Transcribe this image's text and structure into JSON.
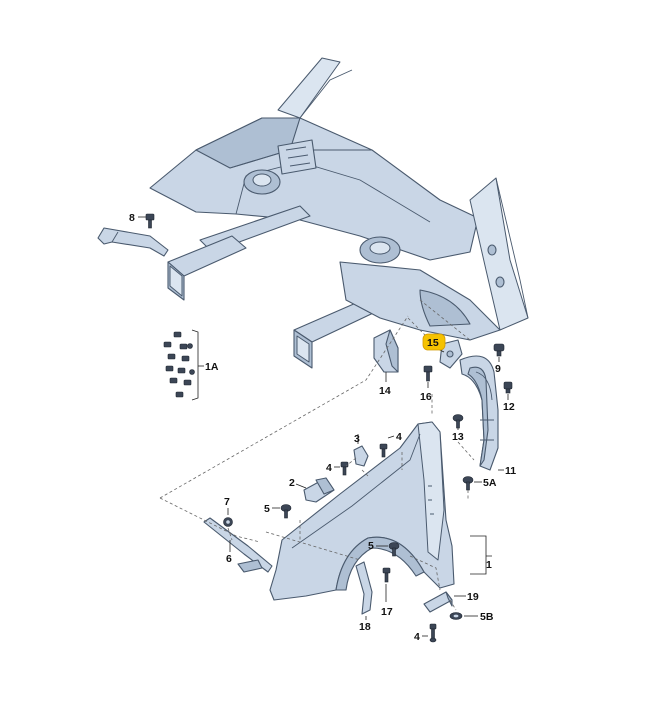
{
  "labels": {
    "l1": "1",
    "l1a": "1A",
    "l2": "2",
    "l3": "3",
    "l4a": "4",
    "l4b": "4",
    "l4c": "4",
    "l5a": "5",
    "l5b": "5",
    "l5A": "5A",
    "l5B": "5B",
    "l6": "6",
    "l7": "7",
    "l8": "8",
    "l9": "9",
    "l11": "11",
    "l12": "12",
    "l13": "13",
    "l14": "14",
    "l15": "15",
    "l16": "16",
    "l17": "17",
    "l18": "18",
    "l19": "19"
  },
  "colors": {
    "part_fill": "#c9d6e6",
    "part_stroke": "#4a5a6e",
    "highlight": "#f5c200"
  }
}
